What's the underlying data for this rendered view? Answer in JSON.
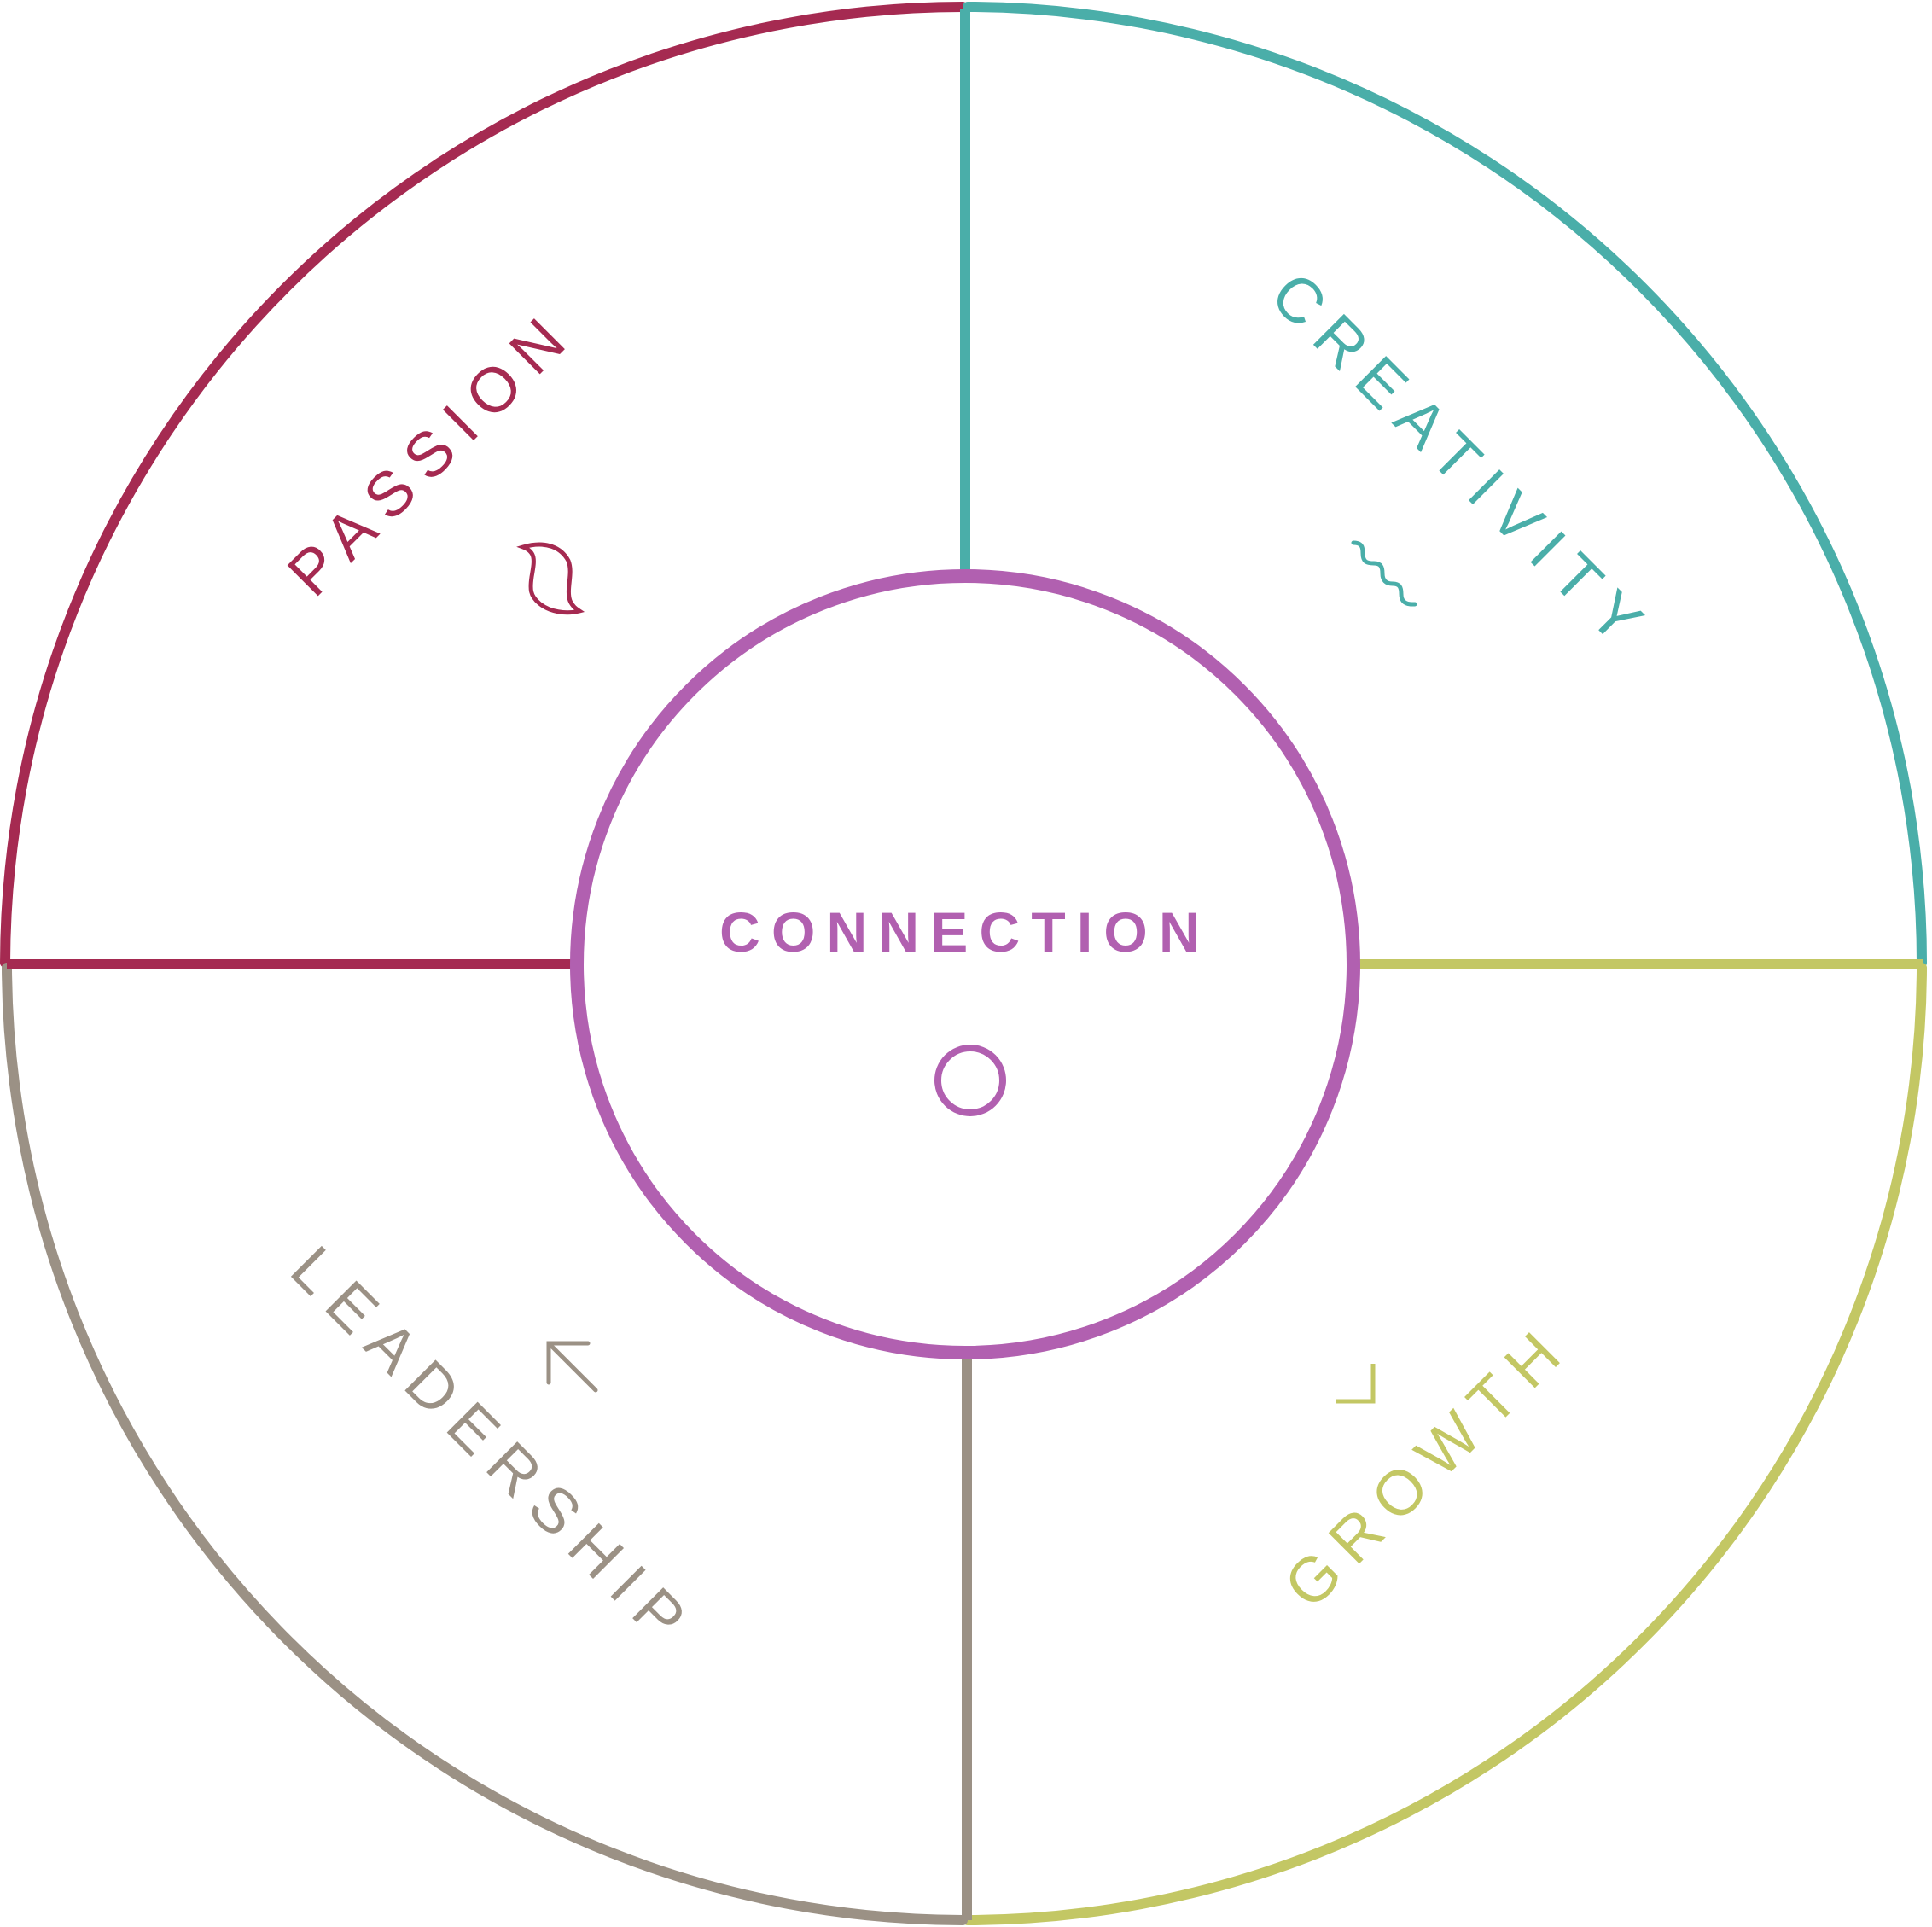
{
  "diagram": {
    "center": {
      "label": "CONNECTION",
      "color": "#b160b0",
      "icon": "circle-icon"
    },
    "quadrants": [
      {
        "id": "passion",
        "label": "PASSION",
        "color": "#a52a51",
        "icon": "flame-icon"
      },
      {
        "id": "creativity",
        "label": "CREATIVITY",
        "color": "#4aaea9",
        "icon": "wave-icon"
      },
      {
        "id": "growth",
        "label": "GROWTH",
        "color": "#c3c764",
        "icon": "corner-bracket-icon"
      },
      {
        "id": "leadership",
        "label": "LEADERSHIP",
        "color": "#9b9185",
        "icon": "arrow-up-left-icon"
      }
    ]
  }
}
